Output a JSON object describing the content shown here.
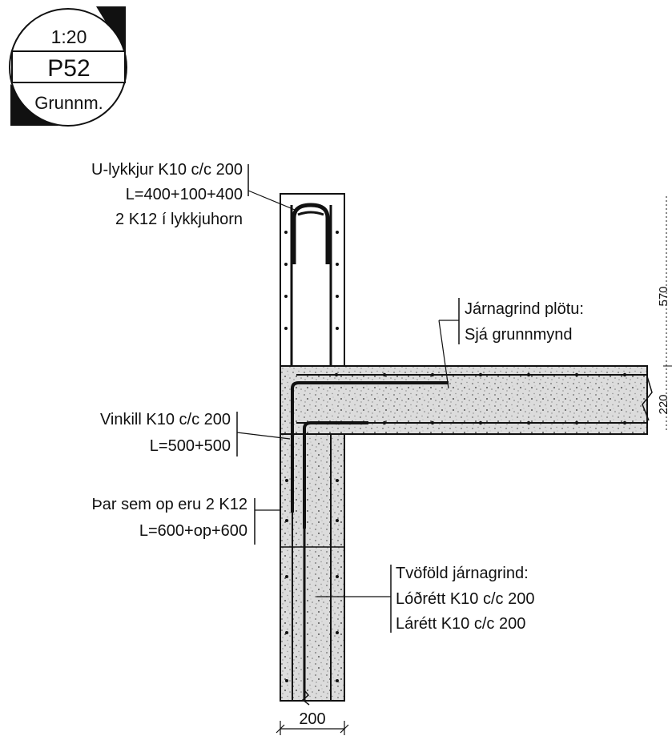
{
  "detail_badge": {
    "scale": "1:20",
    "code": "P52",
    "view": "Grunnm."
  },
  "callouts": {
    "u_bars": {
      "line1": "U-lykkjur K10 c/c 200",
      "line2": "L=400+100+400",
      "line3": "2 K12 í lykkjuhorn"
    },
    "slab_mesh": {
      "line1": "Járnagrind plötu:",
      "line2": "Sjá grunnmynd"
    },
    "angle_bars": {
      "line1": "Vinkill K10 c/c 200",
      "line2": "L=500+500"
    },
    "openings": {
      "line1": "Þar sem op eru 2 K12",
      "line2": "L=600+op+600"
    },
    "double_mesh": {
      "line1": "Tvöföld járnagrind:",
      "line2": "Lóðrétt K10 c/c 200",
      "line3": "Lárétt K10 c/c 200"
    }
  },
  "dimensions": {
    "wall_width": "200",
    "upper_height": "570",
    "slab_thickness": "220"
  },
  "colors": {
    "ink": "#111111",
    "concrete_fill": "#d9d9d9",
    "paper": "#ffffff"
  }
}
